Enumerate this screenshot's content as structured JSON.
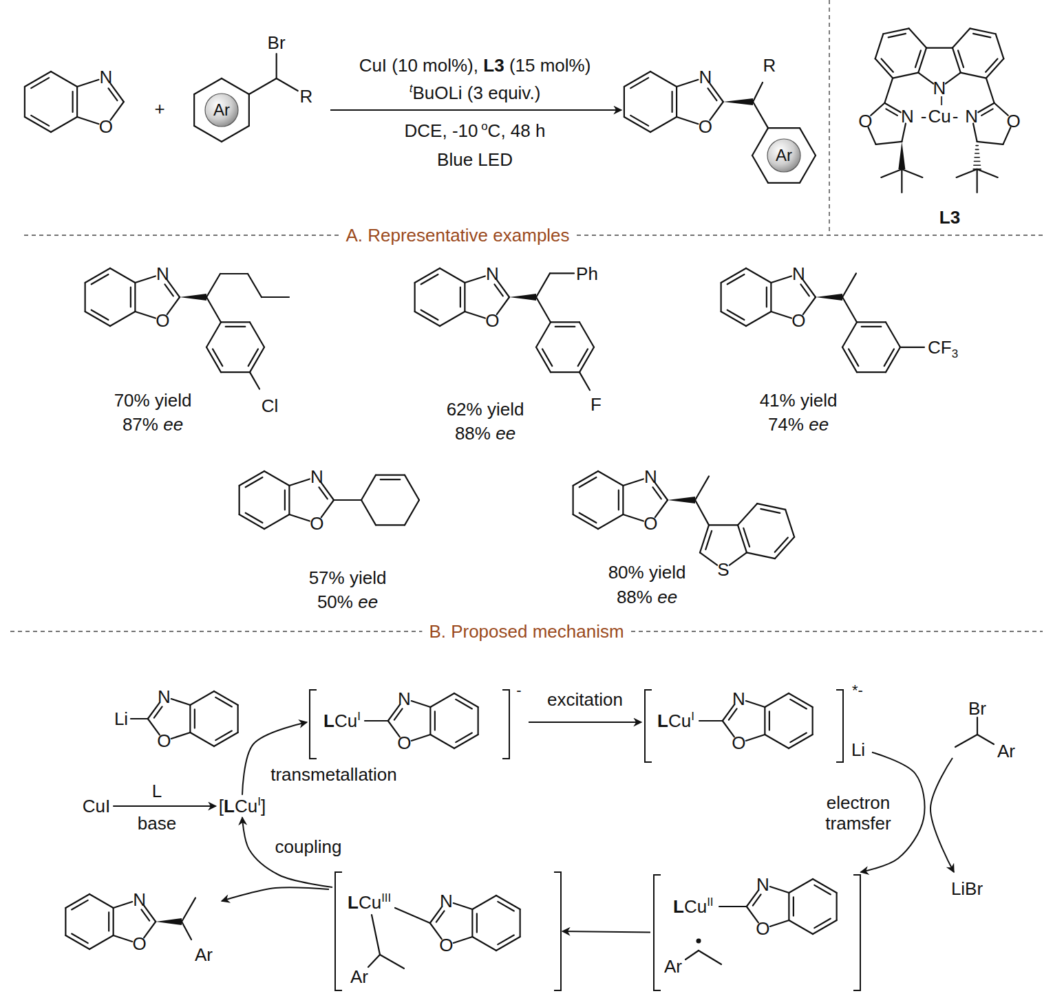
{
  "diagram": {
    "nodes": [
      {
        "text": [
          "CuI"
        ]
      },
      {
        "text": [
          "[",
          "L",
          "Cu",
          "I",
          "]"
        ]
      },
      {
        "text": [
          "L",
          "Cu",
          "I",
          "N",
          "O",
          "-"
        ]
      },
      {
        "text": [
          "L",
          "Cu",
          "I",
          "N",
          "O",
          "*-",
          "Li"
        ]
      },
      {
        "text": [
          "L",
          "Cu",
          "II",
          "N",
          "O",
          "Ar"
        ]
      },
      {
        "text": [
          "L",
          "Cu",
          "III",
          "N",
          "O",
          "Ar"
        ]
      }
    ],
    "edges": [
      {
        "from": 0,
        "to": 1,
        "arrow": "to"
      },
      {
        "from": 1,
        "to": 2,
        "arrow": "to",
        "label": "transmetallation"
      },
      {
        "from": 2,
        "to": 3,
        "arrow": "to",
        "label": "excitation"
      },
      {
        "from": 3,
        "to": 4,
        "arrow": "to",
        "label": "electron tramsfer"
      },
      {
        "from": 4,
        "to": 5,
        "arrow": "to"
      },
      {
        "from": 5,
        "to": 1,
        "arrow": "to",
        "label": "coupling"
      }
    ],
    "labels": [
      "N",
      "O",
      "+",
      "Br",
      "R",
      "Ar",
      "CuI (10 mol%),",
      "L3",
      "(15 mol%)",
      "t",
      "BuOLi (3 equiv.)",
      "DCE, -10",
      "o",
      "C, 48 h",
      "Blue LED",
      "N",
      "O",
      "R",
      "Ar",
      "N",
      "I",
      "N",
      "-",
      "Cu",
      "-",
      "N",
      "O",
      "O",
      "L3",
      "A. Representative examples",
      "N",
      "O",
      "Cl",
      "70% yield",
      "87%",
      "ee",
      "N",
      "O",
      "Ph",
      "F",
      "62% yield",
      "88%",
      "ee",
      "N",
      "O",
      "CF",
      "3",
      "41% yield",
      "74%",
      "ee",
      "N",
      "O",
      "57% yield",
      "50%",
      "ee",
      "N",
      "O",
      "S",
      "80% yield",
      "88%",
      "ee",
      "B. Proposed mechanism",
      "Li",
      "N",
      "O",
      "L",
      "base",
      "Br",
      "Ar",
      "LiBr",
      "N",
      "O",
      "Ar"
    ]
  }
}
